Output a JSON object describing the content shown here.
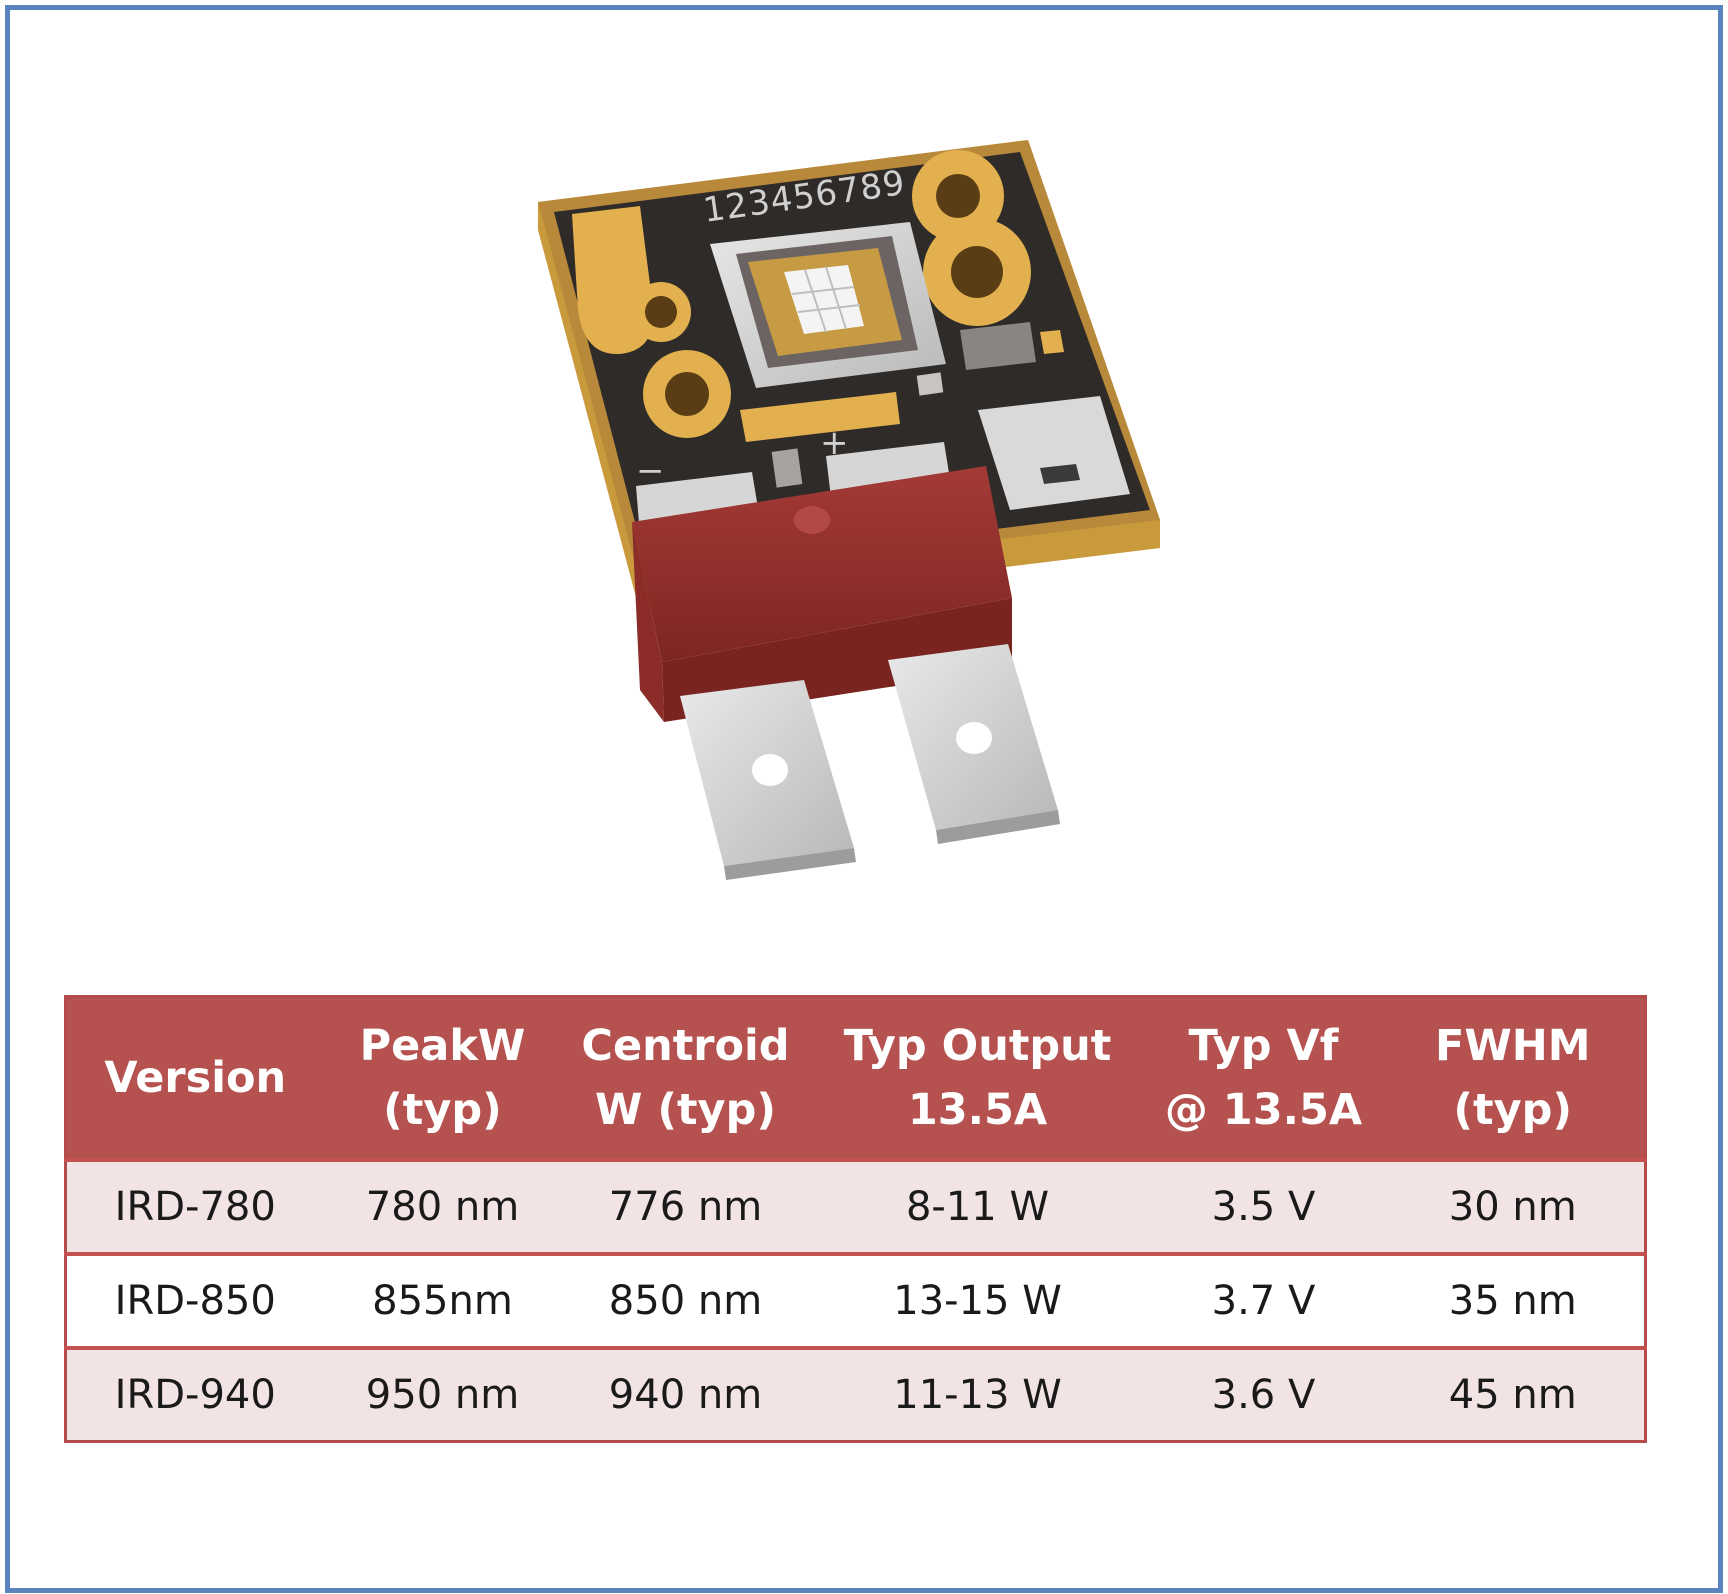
{
  "illustration": {
    "serial_text": "123456789",
    "minus_label": "−",
    "plus_label": "+"
  },
  "table": {
    "headers": [
      {
        "line1": "Version",
        "line2": ""
      },
      {
        "line1": "PeakW",
        "line2": "(typ)"
      },
      {
        "line1": "Centroid",
        "line2": "W (typ)"
      },
      {
        "line1": "Typ Output",
        "line2": "13.5A"
      },
      {
        "line1": "Typ Vf",
        "line2": "@ 13.5A"
      },
      {
        "line1": "FWHM",
        "line2": "(typ)"
      }
    ],
    "rows": [
      [
        "IRD-780",
        "780 nm",
        "776 nm",
        "8-11 W",
        "3.5 V",
        "30 nm"
      ],
      [
        "IRD-850",
        "855nm",
        "850 nm",
        "13-15 W",
        "3.7 V",
        "35 nm"
      ],
      [
        "IRD-940",
        "950 nm",
        "940 nm",
        "11-13 W",
        "3.6 V",
        "45 nm"
      ]
    ]
  },
  "colors": {
    "frame_border": "#5b84bf",
    "header_bg": "#b5524f",
    "row_tint": "#f2e4e4",
    "pcb_dark": "#2d2a28",
    "gold": "#e2b04e",
    "connector_red": "#9a3431"
  }
}
